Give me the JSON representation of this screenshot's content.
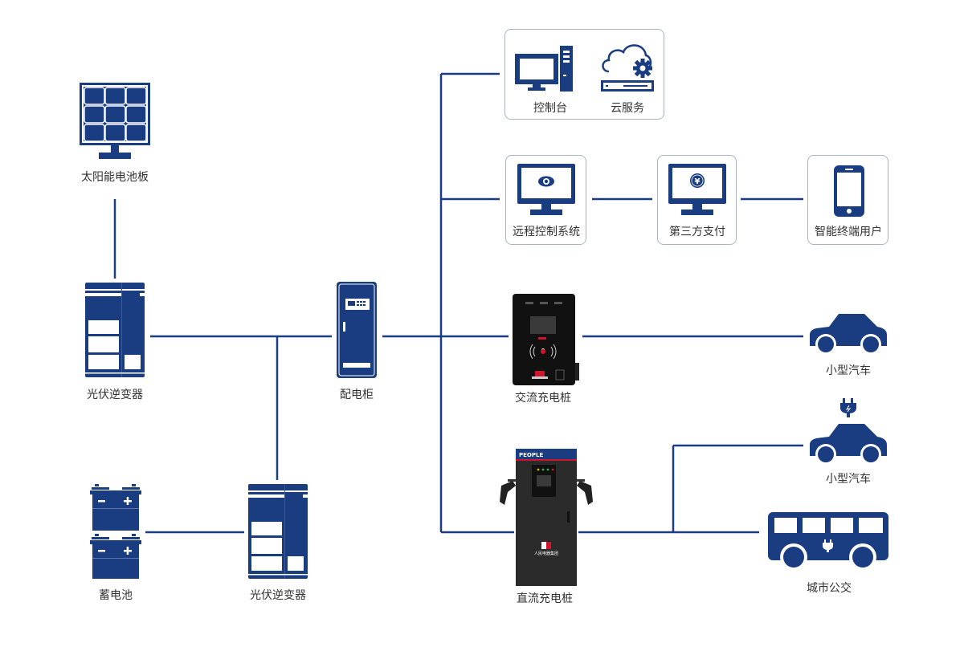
{
  "colors": {
    "primary": "#1a3d82",
    "line": "#1a3d82",
    "box_border": "#a9b2c6",
    "text": "#333333",
    "charger_body": "#1c1c1c",
    "accent_red": "#d0142b"
  },
  "nodes": {
    "solar_panel": {
      "label": "太阳能电池板",
      "icon": "solar-panel-icon"
    },
    "pv_inverter_top": {
      "label": "光伏逆变器",
      "icon": "inverter-icon"
    },
    "distribution_cabinet": {
      "label": "配电柜",
      "icon": "cabinet-icon"
    },
    "battery": {
      "label": "蓄电池",
      "icon": "battery-icon"
    },
    "pv_inverter_bottom": {
      "label": "光伏逆变器",
      "icon": "inverter-icon"
    },
    "console": {
      "label": "控制台",
      "icon": "desktop-computer-icon"
    },
    "cloud_service": {
      "label": "云服务",
      "icon": "cloud-server-icon"
    },
    "remote_control": {
      "label": "远程控制系统",
      "icon": "monitor-eye-icon"
    },
    "third_party_payment": {
      "label": "第三方支付",
      "icon": "monitor-yen-icon"
    },
    "smart_terminal_user": {
      "label": "智能终端用户",
      "icon": "smartphone-icon"
    },
    "ac_charger": {
      "label": "交流充电桩",
      "icon": "ac-charger-icon"
    },
    "dc_charger": {
      "label": "直流充电桩",
      "icon": "dc-charger-icon",
      "brand": "PEOPLE",
      "logo_text": "人民电器集团"
    },
    "small_car_1": {
      "label": "小型汽车",
      "icon": "car-icon"
    },
    "small_car_2": {
      "label": "小型汽车",
      "icon": "electric-car-icon"
    },
    "city_bus": {
      "label": "城市公交",
      "icon": "electric-bus-icon"
    }
  }
}
